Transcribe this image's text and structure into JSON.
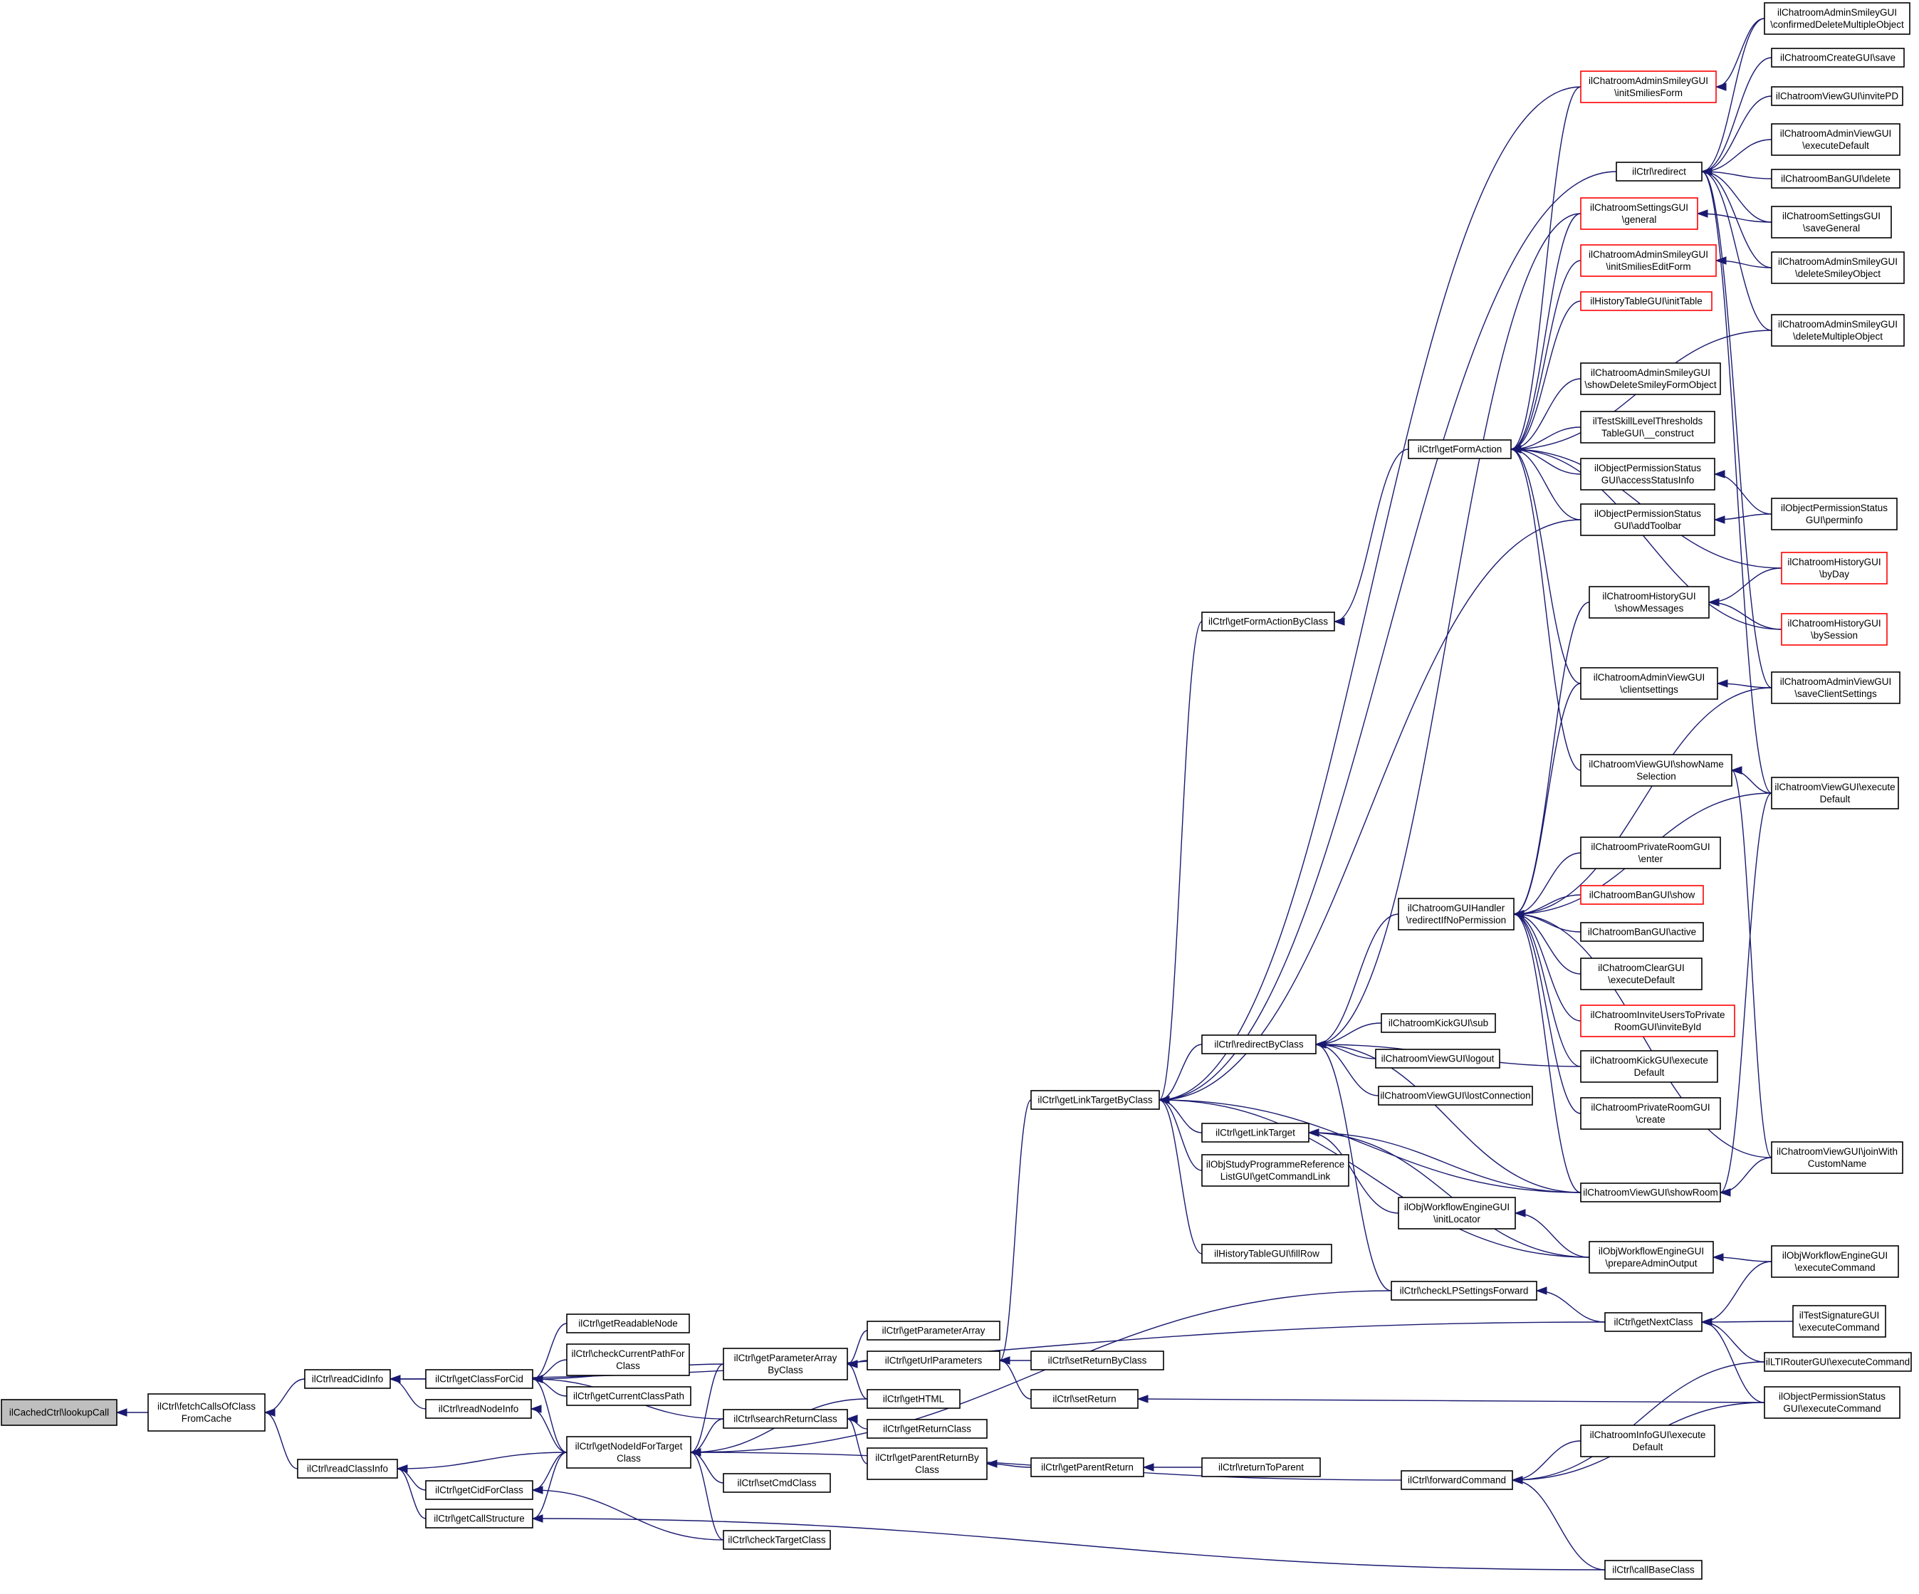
{
  "nodes": {
    "n0": {
      "lines": [
        "ilCachedCtrl\\lookupCall"
      ],
      "root": true
    },
    "n1": {
      "lines": [
        "ilCtrl\\fetchCallsOfClass",
        "FromCache"
      ]
    },
    "n2": {
      "lines": [
        "ilCtrl\\readCidInfo"
      ]
    },
    "n3": {
      "lines": [
        "ilCtrl\\readClassInfo"
      ]
    },
    "n4": {
      "lines": [
        "ilCtrl\\getClassForCid"
      ]
    },
    "n5": {
      "lines": [
        "ilCtrl\\readNodeInfo"
      ]
    },
    "n6": {
      "lines": [
        "ilCtrl\\getCidForClass"
      ]
    },
    "n7": {
      "lines": [
        "ilCtrl\\getCallStructure"
      ]
    },
    "n8": {
      "lines": [
        "ilCtrl\\getReadableNode"
      ]
    },
    "n9": {
      "lines": [
        "ilCtrl\\checkCurrentPathFor",
        "Class"
      ]
    },
    "n10": {
      "lines": [
        "ilCtrl\\getCurrentClassPath"
      ]
    },
    "n11": {
      "lines": [
        "ilCtrl\\getParameterArray",
        "ByClass"
      ]
    },
    "n12": {
      "lines": [
        "ilCtrl\\searchReturnClass"
      ]
    },
    "n13": {
      "lines": [
        "ilCtrl\\getNodeIdForTarget",
        "Class"
      ]
    },
    "n14": {
      "lines": [
        "ilCtrl\\setCmdClass"
      ]
    },
    "n15": {
      "lines": [
        "ilCtrl\\checkTargetClass"
      ]
    },
    "n16": {
      "lines": [
        "ilCtrl\\getParameterArray"
      ]
    },
    "n17": {
      "lines": [
        "ilCtrl\\getUrlParameters"
      ]
    },
    "n18": {
      "lines": [
        "ilCtrl\\getHTML"
      ]
    },
    "n19": {
      "lines": [
        "ilCtrl\\getReturnClass"
      ]
    },
    "n20": {
      "lines": [
        "ilCtrl\\getParentReturnBy",
        "Class"
      ]
    },
    "n21": {
      "lines": [
        "ilCtrl\\setReturnByClass"
      ]
    },
    "n22": {
      "lines": [
        "ilCtrl\\setReturn"
      ]
    },
    "n23": {
      "lines": [
        "ilCtrl\\getParentReturn"
      ]
    },
    "n24": {
      "lines": [
        "ilCtrl\\returnToParent"
      ]
    },
    "n25": {
      "lines": [
        "ilCtrl\\getLinkTargetByClass"
      ]
    },
    "n26": {
      "lines": [
        "ilCtrl\\getFormActionByClass"
      ]
    },
    "n27": {
      "lines": [
        "ilCtrl\\redirectByClass"
      ]
    },
    "n28": {
      "lines": [
        "ilCtrl\\getLinkTarget"
      ]
    },
    "n29": {
      "lines": [
        "ilObjStudyProgrammeReference",
        "ListGUI\\getCommandLink"
      ]
    },
    "n30": {
      "lines": [
        "ilHistoryTableGUI\\fillRow"
      ]
    },
    "n31": {
      "lines": [
        "ilCtrl\\getFormAction"
      ]
    },
    "n32": {
      "lines": [
        "ilChatroomGUIHandler",
        "\\redirectIfNoPermission"
      ]
    },
    "n33": {
      "lines": [
        "ilChatroomKickGUI\\sub"
      ]
    },
    "n34": {
      "lines": [
        "ilChatroomViewGUI\\logout"
      ]
    },
    "n35": {
      "lines": [
        "ilChatroomViewGUI\\lostConnection"
      ]
    },
    "n36": {
      "lines": [
        "ilObjWorkflowEngineGUI",
        "\\initLocator"
      ]
    },
    "n37": {
      "lines": [
        "ilCtrl\\checkLPSettingsForward"
      ]
    },
    "n38": {
      "lines": [
        "ilCtrl\\forwardCommand"
      ]
    },
    "n39": {
      "lines": [
        "ilCtrl\\redirect"
      ]
    },
    "n40": {
      "lines": [
        "ilChatroomAdminSmileyGUI",
        "\\initSmiliesForm"
      ],
      "red": true
    },
    "n41": {
      "lines": [
        "ilChatroomSettingsGUI",
        "\\general"
      ],
      "red": true
    },
    "n42": {
      "lines": [
        "ilChatroomAdminSmileyGUI",
        "\\initSmiliesEditForm"
      ],
      "red": true
    },
    "n43": {
      "lines": [
        "ilHistoryTableGUI\\initTable"
      ],
      "red": true
    },
    "n44": {
      "lines": [
        "ilChatroomAdminSmileyGUI",
        "\\showDeleteSmileyFormObject"
      ]
    },
    "n45": {
      "lines": [
        "ilTestSkillLevelThresholds",
        "TableGUI\\__construct"
      ]
    },
    "n46": {
      "lines": [
        "ilObjectPermissionStatus",
        "GUI\\accessStatusInfo"
      ]
    },
    "n47": {
      "lines": [
        "ilObjectPermissionStatus",
        "GUI\\addToolbar"
      ]
    },
    "n48": {
      "lines": [
        "ilChatroomHistoryGUI",
        "\\showMessages"
      ]
    },
    "n49": {
      "lines": [
        "ilChatroomAdminViewGUI",
        "\\clientsettings"
      ]
    },
    "n50": {
      "lines": [
        "ilChatroomViewGUI\\showName",
        "Selection"
      ]
    },
    "n51": {
      "lines": [
        "ilChatroomPrivateRoomGUI",
        "\\enter"
      ]
    },
    "n52": {
      "lines": [
        "ilChatroomBanGUI\\show"
      ],
      "red": true
    },
    "n53": {
      "lines": [
        "ilChatroomBanGUI\\active"
      ]
    },
    "n54": {
      "lines": [
        "ilChatroomClearGUI",
        "\\executeDefault"
      ]
    },
    "n55": {
      "lines": [
        "ilChatroomInviteUsersToPrivate",
        "RoomGUI\\inviteById"
      ],
      "red": true
    },
    "n56": {
      "lines": [
        "ilChatroomKickGUI\\execute",
        "Default"
      ]
    },
    "n57": {
      "lines": [
        "ilChatroomPrivateRoomGUI",
        "\\create"
      ]
    },
    "n58": {
      "lines": [
        "ilChatroomViewGUI\\showRoom"
      ]
    },
    "n59": {
      "lines": [
        "ilObjWorkflowEngineGUI",
        "\\prepareAdminOutput"
      ]
    },
    "n60": {
      "lines": [
        "ilCtrl\\getNextClass"
      ]
    },
    "n61": {
      "lines": [
        "ilChatroomInfoGUI\\execute",
        "Default"
      ]
    },
    "n62": {
      "lines": [
        "ilCtrl\\callBaseClass"
      ]
    },
    "n63": {
      "lines": [
        "ilChatroomAdminSmileyGUI",
        "\\confirmedDeleteMultipleObject"
      ]
    },
    "n64": {
      "lines": [
        "ilChatroomCreateGUI\\save"
      ]
    },
    "n65": {
      "lines": [
        "ilChatroomViewGUI\\invitePD"
      ]
    },
    "n66": {
      "lines": [
        "ilChatroomAdminViewGUI",
        "\\executeDefault"
      ]
    },
    "n67": {
      "lines": [
        "ilChatroomBanGUI\\delete"
      ]
    },
    "n68": {
      "lines": [
        "ilChatroomSettingsGUI",
        "\\saveGeneral"
      ]
    },
    "n69": {
      "lines": [
        "ilChatroomAdminSmileyGUI",
        "\\deleteSmileyObject"
      ]
    },
    "n70": {
      "lines": [
        "ilChatroomAdminSmileyGUI",
        "\\deleteMultipleObject"
      ]
    },
    "n71": {
      "lines": [
        "ilObjectPermissionStatus",
        "GUI\\perminfo"
      ]
    },
    "n72": {
      "lines": [
        "ilChatroomHistoryGUI",
        "\\byDay"
      ],
      "red": true
    },
    "n73": {
      "lines": [
        "ilChatroomHistoryGUI",
        "\\bySession"
      ],
      "red": true
    },
    "n74": {
      "lines": [
        "ilChatroomAdminViewGUI",
        "\\saveClientSettings"
      ]
    },
    "n75": {
      "lines": [
        "ilChatroomViewGUI\\execute",
        "Default"
      ]
    },
    "n76": {
      "lines": [
        "ilChatroomViewGUI\\joinWith",
        "CustomName"
      ]
    },
    "n77": {
      "lines": [
        "ilObjWorkflowEngineGUI",
        "\\executeCommand"
      ]
    },
    "n78": {
      "lines": [
        "ilTestSignatureGUI",
        "\\executeCommand"
      ]
    },
    "n79": {
      "lines": [
        "ilLTIRouterGUI\\executeCommand"
      ]
    },
    "n80": {
      "lines": [
        "ilObjectPermissionStatus",
        "GUI\\executeCommand"
      ]
    }
  },
  "edges": [
    [
      "n0",
      "n1"
    ],
    [
      "n1",
      "n2"
    ],
    [
      "n1",
      "n3"
    ],
    [
      "n2",
      "n4"
    ],
    [
      "n2",
      "n5"
    ],
    [
      "n2",
      "n60"
    ],
    [
      "n3",
      "n13"
    ],
    [
      "n3",
      "n6"
    ],
    [
      "n3",
      "n7"
    ],
    [
      "n4",
      "n8"
    ],
    [
      "n4",
      "n9"
    ],
    [
      "n4",
      "n10"
    ],
    [
      "n4",
      "n11"
    ],
    [
      "n4",
      "n12"
    ],
    [
      "n4",
      "n13"
    ],
    [
      "n5",
      "n13"
    ],
    [
      "n6",
      "n13"
    ],
    [
      "n6",
      "n15"
    ],
    [
      "n7",
      "n13"
    ],
    [
      "n7",
      "n62"
    ],
    [
      "n11",
      "n16"
    ],
    [
      "n11",
      "n17"
    ],
    [
      "n11",
      "n18"
    ],
    [
      "n12",
      "n19"
    ],
    [
      "n12",
      "n20"
    ],
    [
      "n13",
      "n11"
    ],
    [
      "n13",
      "n12"
    ],
    [
      "n13",
      "n14"
    ],
    [
      "n13",
      "n15"
    ],
    [
      "n13",
      "n18"
    ],
    [
      "n13",
      "n37"
    ],
    [
      "n13",
      "n38"
    ],
    [
      "n17",
      "n25"
    ],
    [
      "n17",
      "n21"
    ],
    [
      "n17",
      "n22"
    ],
    [
      "n20",
      "n23"
    ],
    [
      "n22",
      "n80"
    ],
    [
      "n23",
      "n24"
    ],
    [
      "n25",
      "n39"
    ],
    [
      "n25",
      "n40"
    ],
    [
      "n25",
      "n26"
    ],
    [
      "n25",
      "n27"
    ],
    [
      "n25",
      "n28"
    ],
    [
      "n25",
      "n29"
    ],
    [
      "n25",
      "n30"
    ],
    [
      "n25",
      "n47"
    ],
    [
      "n25",
      "n58"
    ],
    [
      "n25",
      "n59"
    ],
    [
      "n26",
      "n31"
    ],
    [
      "n27",
      "n41"
    ],
    [
      "n27",
      "n32"
    ],
    [
      "n27",
      "n33"
    ],
    [
      "n27",
      "n34"
    ],
    [
      "n27",
      "n35"
    ],
    [
      "n27",
      "n37"
    ],
    [
      "n27",
      "n58"
    ],
    [
      "n27",
      "n56"
    ],
    [
      "n28",
      "n36"
    ],
    [
      "n28",
      "n58"
    ],
    [
      "n28",
      "n59"
    ],
    [
      "n31",
      "n40"
    ],
    [
      "n31",
      "n41"
    ],
    [
      "n31",
      "n42"
    ],
    [
      "n31",
      "n43"
    ],
    [
      "n31",
      "n44"
    ],
    [
      "n31",
      "n45"
    ],
    [
      "n31",
      "n46"
    ],
    [
      "n31",
      "n47"
    ],
    [
      "n31",
      "n49"
    ],
    [
      "n31",
      "n50"
    ],
    [
      "n31",
      "n70"
    ],
    [
      "n31",
      "n72"
    ],
    [
      "n31",
      "n73"
    ],
    [
      "n32",
      "n48"
    ],
    [
      "n32",
      "n49"
    ],
    [
      "n32",
      "n74"
    ],
    [
      "n32",
      "n75"
    ],
    [
      "n32",
      "n51"
    ],
    [
      "n32",
      "n52"
    ],
    [
      "n32",
      "n53"
    ],
    [
      "n32",
      "n54"
    ],
    [
      "n32",
      "n55"
    ],
    [
      "n32",
      "n56"
    ],
    [
      "n32",
      "n57"
    ],
    [
      "n32",
      "n58"
    ],
    [
      "n32",
      "n76"
    ],
    [
      "n36",
      "n59"
    ],
    [
      "n37",
      "n60"
    ],
    [
      "n38",
      "n61"
    ],
    [
      "n38",
      "n79"
    ],
    [
      "n38",
      "n80"
    ],
    [
      "n38",
      "n62"
    ],
    [
      "n39",
      "n63"
    ],
    [
      "n39",
      "n64"
    ],
    [
      "n39",
      "n65"
    ],
    [
      "n39",
      "n66"
    ],
    [
      "n39",
      "n67"
    ],
    [
      "n39",
      "n68"
    ],
    [
      "n39",
      "n69"
    ],
    [
      "n39",
      "n70"
    ],
    [
      "n39",
      "n74"
    ],
    [
      "n39",
      "n75"
    ],
    [
      "n40",
      "n63"
    ],
    [
      "n41",
      "n68"
    ],
    [
      "n42",
      "n69"
    ],
    [
      "n46",
      "n71"
    ],
    [
      "n47",
      "n71"
    ],
    [
      "n48",
      "n72"
    ],
    [
      "n48",
      "n73"
    ],
    [
      "n49",
      "n74"
    ],
    [
      "n50",
      "n75"
    ],
    [
      "n50",
      "n76"
    ],
    [
      "n58",
      "n75"
    ],
    [
      "n58",
      "n76"
    ],
    [
      "n59",
      "n77"
    ],
    [
      "n60",
      "n77"
    ],
    [
      "n60",
      "n78"
    ],
    [
      "n60",
      "n79"
    ],
    [
      "n60",
      "n80"
    ]
  ]
}
